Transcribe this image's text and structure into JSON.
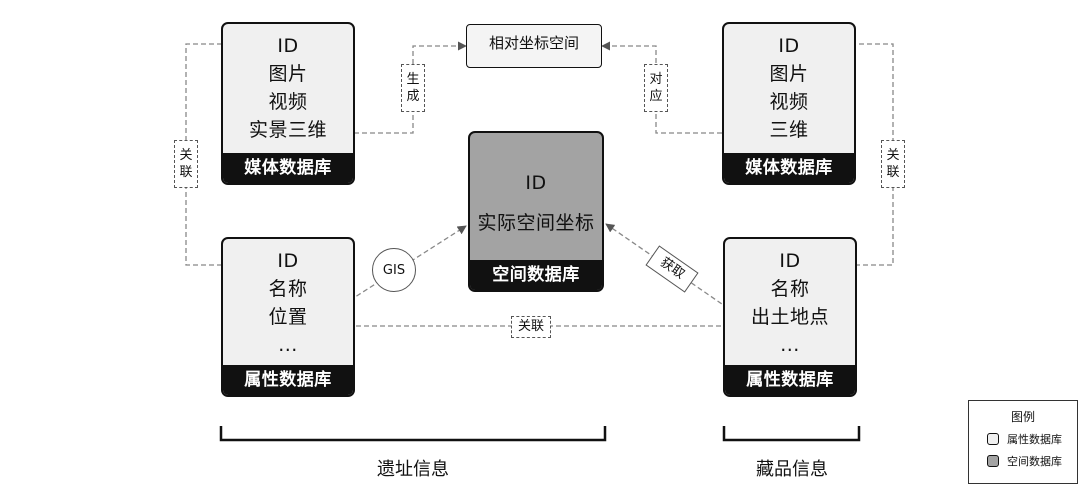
{
  "nodes": {
    "media_left": {
      "lines": [
        "ID",
        "图片",
        "视频",
        "实景三维"
      ],
      "footer": "媒体数据库"
    },
    "media_right": {
      "lines": [
        "ID",
        "图片",
        "视频",
        "三维"
      ],
      "footer": "媒体数据库"
    },
    "attr_left": {
      "lines": [
        "ID",
        "名称",
        "位置",
        "..."
      ],
      "footer": "属性数据库"
    },
    "attr_right": {
      "lines": [
        "ID",
        "名称",
        "出土地点",
        "..."
      ],
      "footer": "属性数据库"
    },
    "spatial": {
      "lines": [
        "ID",
        "实际空间坐标"
      ],
      "footer": "空间数据库"
    },
    "relative": {
      "label": "相对坐标空间"
    }
  },
  "edge_labels": {
    "generate": "生成",
    "correspond": "对应",
    "link_left": "关联",
    "link_right": "关联",
    "link_mid": "关联",
    "gis": "GIS",
    "acquire": "获取"
  },
  "sections": {
    "left": "遗址信息",
    "right": "藏品信息"
  },
  "legend": {
    "title": "图例",
    "items": [
      {
        "label": "属性数据库",
        "color": "#f0f0f0"
      },
      {
        "label": "空间数据库",
        "color": "#a3a3a3"
      }
    ]
  }
}
